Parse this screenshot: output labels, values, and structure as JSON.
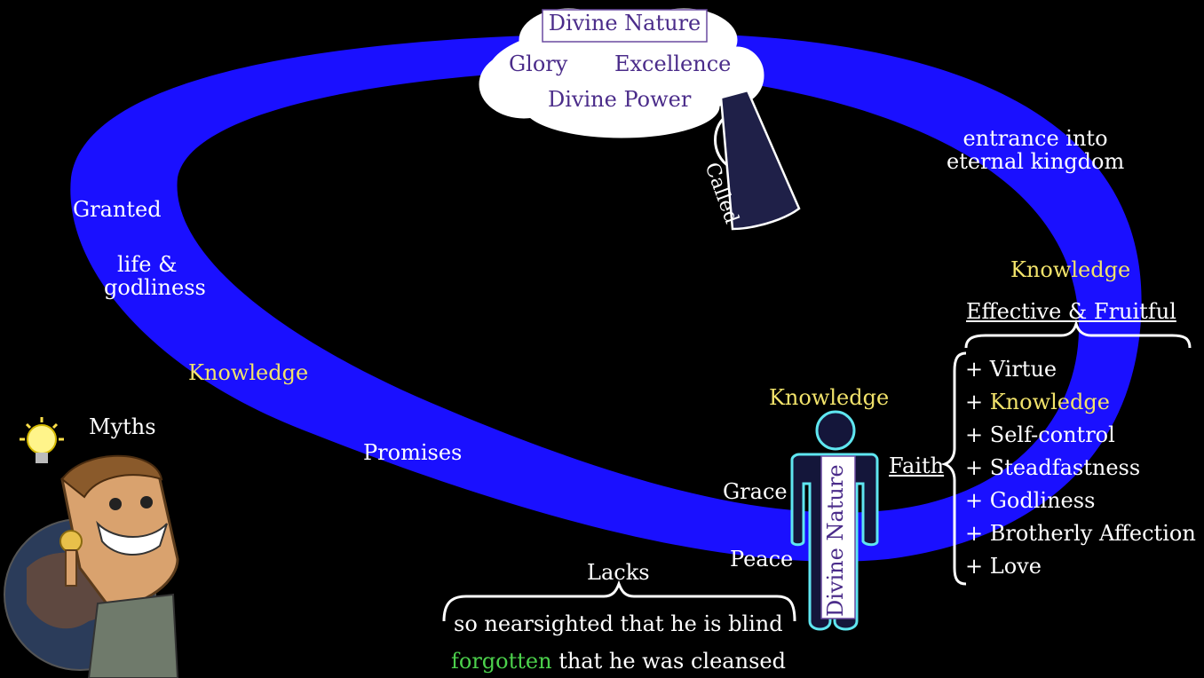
{
  "colors": {
    "background": "#000000",
    "ring": "#1a10ff",
    "purple": "#4b2c8a",
    "yellow": "#f2e36b",
    "green": "#4cd14c",
    "body_outline": "#5fe6f0"
  },
  "cloud": {
    "title": "Divine Nature",
    "glory": "Glory",
    "excellence": "Excellence",
    "power": "Divine Power"
  },
  "megaphone": {
    "label": "Called"
  },
  "ring_labels": {
    "granted": "Granted",
    "life_line1": "life &",
    "life_line2": "godliness",
    "knowledge": "Knowledge",
    "promises": "Promises",
    "entrance_line1": "entrance into",
    "entrance_line2": "eternal kingdom",
    "knowledge_right": "Knowledge"
  },
  "figure": {
    "knowledge": "Knowledge",
    "grace": "Grace",
    "peace": "Peace",
    "label": "Divine Nature"
  },
  "right_panel": {
    "effective": "Effective & Fruitful",
    "faith": "Faith",
    "virtues": [
      {
        "prefix": "+ ",
        "text": "Virtue",
        "highlight": false
      },
      {
        "prefix": "+ ",
        "text": "Knowledge",
        "highlight": true
      },
      {
        "prefix": "+ ",
        "text": "Self-control",
        "highlight": false
      },
      {
        "prefix": "+ ",
        "text": "Steadfastness",
        "highlight": false
      },
      {
        "prefix": "+ ",
        "text": "Godliness",
        "highlight": false
      },
      {
        "prefix": "+ ",
        "text": "Brotherly Affection",
        "highlight": false
      },
      {
        "prefix": "+ ",
        "text": "Love",
        "highlight": false
      }
    ]
  },
  "bottom": {
    "lacks": "Lacks",
    "line1": "so nearsighted that he is blind",
    "line2_green": "forgotten",
    "line2_rest": " that he was cleansed"
  },
  "left": {
    "myths": "Myths"
  }
}
